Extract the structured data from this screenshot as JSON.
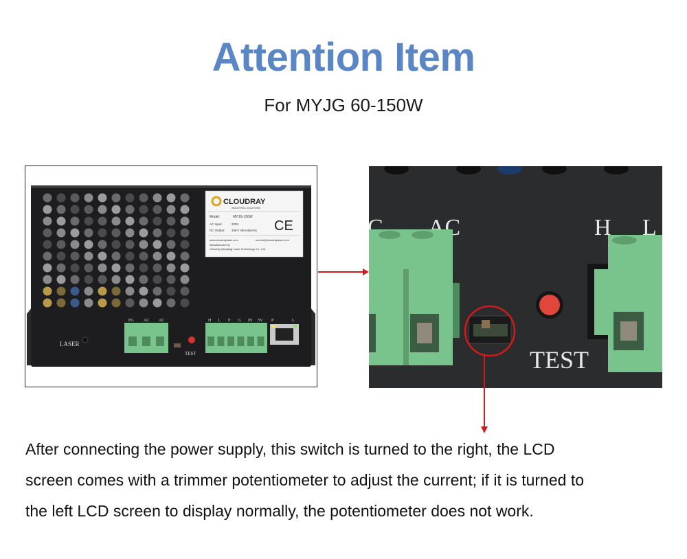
{
  "heading": {
    "title": "Attention Item",
    "subtitle": "For MYJG 60-150W",
    "title_color": "#5b86c6"
  },
  "left_photo": {
    "device_labels": {
      "laser": "LASER",
      "test": "TEST",
      "connector_left": [
        "FG",
        "AC",
        "AC"
      ],
      "connector_right": [
        "H",
        "L",
        "P",
        "G",
        "IN",
        "5V"
      ],
      "rj45": [
        "P",
        "L"
      ]
    },
    "nameplate": {
      "brand": "CLOUDRAY",
      "brand_sub": "INDUSTRIAL SOLUTIONS",
      "model_label": "Model:",
      "model_value": "MYJG-150W",
      "ac_input_label": "AC Input:",
      "ac_input_value": "220V",
      "dc_output_label": "DC Output:",
      "dc_output_value": "34KV 28mA(MAX)",
      "cert": "CE",
      "website": "www.cloudraylaser.com",
      "email": "service@cloudraylaser.com",
      "manufacturer_line1": "Manufactured by",
      "manufacturer_line2": "Cloudray (Nanjing) Laser Technology Co., Ltd."
    }
  },
  "right_photo": {
    "labels": {
      "ac": "AC",
      "c_partial": "C",
      "h": "H",
      "l": "L",
      "test": "TEST"
    }
  },
  "description": {
    "lines": [
      "After connecting the power supply, this switch is turned to the right, the LCD",
      "screen comes with a trimmer potentiometer to adjust the current; if it is turned to",
      "the left LCD screen to display normally, the potentiometer does not work."
    ]
  },
  "colors": {
    "arrow": "#d11a1a",
    "connector_green": "#79c48c",
    "panel_black": "#1d1d1f"
  }
}
